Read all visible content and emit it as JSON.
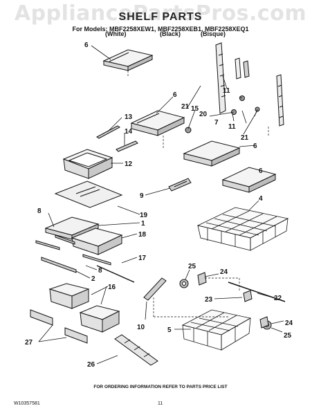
{
  "watermark": "AppliancePartsPros.com",
  "header": {
    "title": "SHELF PARTS",
    "models": "For Models: MBF2258XEW1, MBF2258XEB1, MBF2258XEQ1",
    "finishes": [
      "(White)",
      "(Black)",
      "(Bisque)"
    ]
  },
  "callouts": [
    "1",
    "2",
    "4",
    "5",
    "6",
    "6",
    "6",
    "6",
    "7",
    "8",
    "8",
    "9",
    "10",
    "11",
    "11",
    "12",
    "13",
    "14",
    "15",
    "16",
    "17",
    "18",
    "19",
    "20",
    "21",
    "21",
    "22",
    "23",
    "24",
    "24",
    "25",
    "25",
    "26",
    "27"
  ],
  "footer": {
    "note": "FOR ORDERING INFORMATION REFER TO PARTS PRICE LIST",
    "doc_number": "W10357581",
    "page": "11"
  }
}
